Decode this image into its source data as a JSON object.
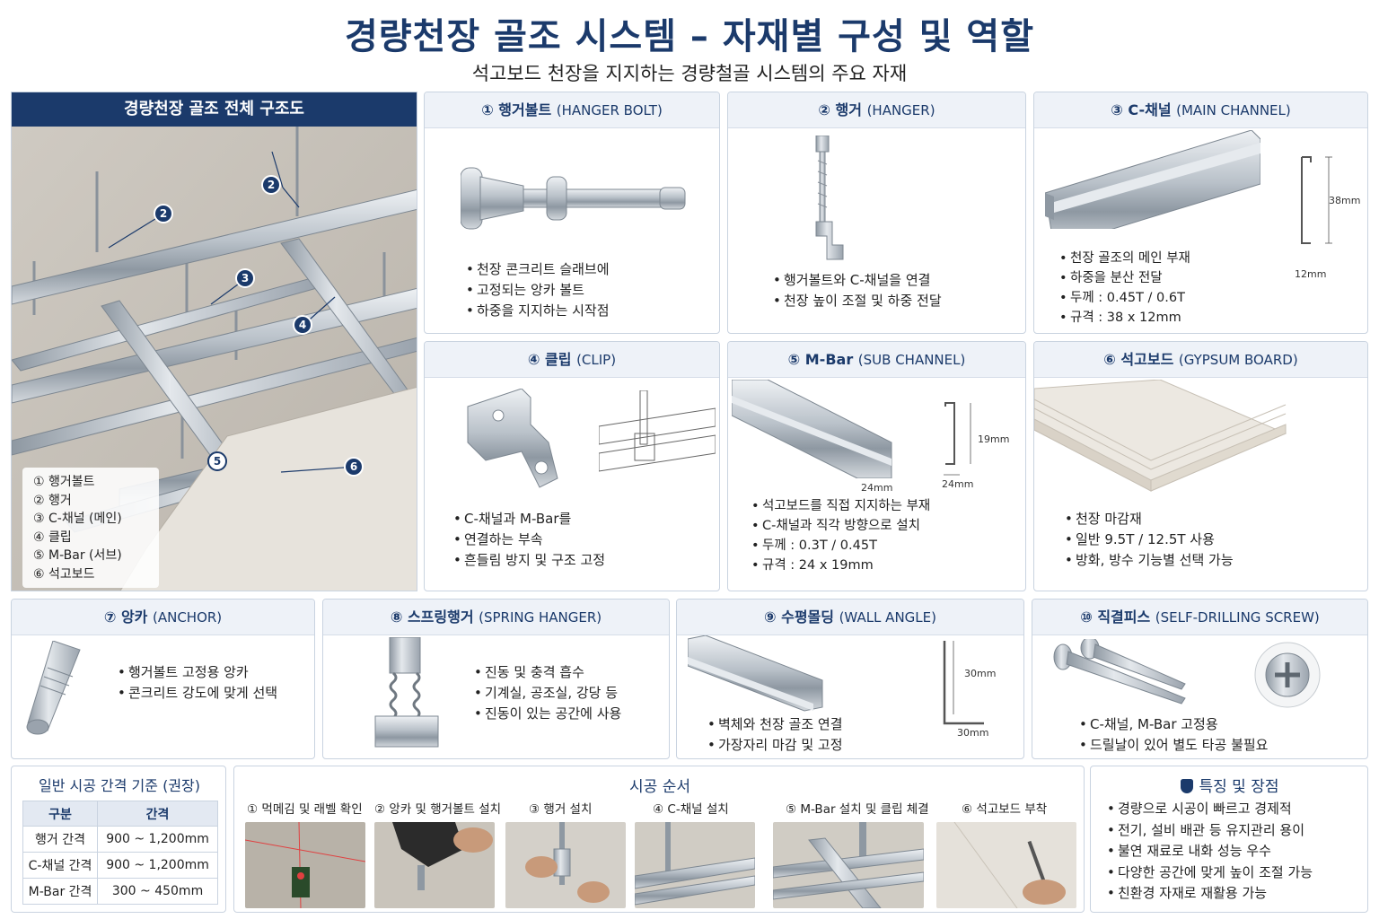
{
  "header": {
    "title": "경량천장 골조 시스템 – 자재별 구성 및 역할",
    "subtitle": "석고보드 천장을 지지하는 경량철골 시스템의 주요 자재"
  },
  "overview": {
    "title": "경량천장 골조 전체 구조도",
    "legend": [
      "① 행거볼트",
      "② 행거",
      "③ C-채널 (메인)",
      "④ 클립",
      "⑤ M-Bar (서브)",
      "⑥ 석고보드"
    ],
    "markers": [
      "2",
      "2",
      "3",
      "4",
      "5",
      "6"
    ]
  },
  "cards": {
    "hanger_bolt": {
      "title": "① 행거볼트",
      "title_en": "(HANGER BOLT)",
      "bullets": [
        "천장 콘크리트 슬래브에",
        "고정되는 앙카 볼트",
        "하중을 지지하는 시작점"
      ]
    },
    "hanger": {
      "title": "② 행거",
      "title_en": "(HANGER)",
      "bullets": [
        "행거볼트와 C-채널을 연결",
        "천장 높이 조절 및 하중 전달"
      ]
    },
    "c_channel": {
      "title": "③ C-채널",
      "title_en": "(MAIN CHANNEL)",
      "bullets": [
        "천장 골조의 메인 부재",
        "하중을 분산 전달",
        "두께 : 0.45T / 0.6T",
        "규격 : 38 x 12mm"
      ],
      "dim_h": "38mm",
      "dim_w": "12mm"
    },
    "clip": {
      "title": "④ 클립",
      "title_en": "(CLIP)",
      "bullets": [
        "C-채널과 M-Bar를",
        "연결하는 부속",
        "흔들림 방지 및 구조 고정"
      ]
    },
    "m_bar": {
      "title": "⑤ M-Bar",
      "title_en": "(SUB CHANNEL)",
      "bullets": [
        "석고보드를 직접 지지하는 부재",
        "C-채널과 직각 방향으로 설치",
        "두께 : 0.3T / 0.45T",
        "규격 : 24 x 19mm"
      ],
      "dim_h": "19mm",
      "dim_w": "24mm",
      "dim_w2": "24mm"
    },
    "gypsum": {
      "title": "⑥ 석고보드",
      "title_en": "(GYPSUM BOARD)",
      "bullets": [
        "천장 마감재",
        "일반 9.5T / 12.5T 사용",
        "방화, 방수 기능별 선택 가능"
      ]
    },
    "anchor": {
      "title": "⑦ 앙카",
      "title_en": "(ANCHOR)",
      "bullets": [
        "행거볼트 고정용 앙카",
        "콘크리트 강도에 맞게 선택"
      ]
    },
    "spring_hanger": {
      "title": "⑧ 스프링행거",
      "title_en": "(SPRING HANGER)",
      "bullets": [
        "진동 및 충격 흡수",
        "기계실, 공조실, 강당 등",
        "진동이 있는 공간에 사용"
      ]
    },
    "wall_angle": {
      "title": "⑨ 수평몰딩",
      "title_en": "(WALL ANGLE)",
      "bullets": [
        "벽체와 천장 골조 연결",
        "가장자리 마감 및 고정"
      ],
      "dim_h": "30mm",
      "dim_w": "30mm"
    },
    "screw": {
      "title": "⑩ 직결피스",
      "title_en": "(SELF-DRILLING SCREW)",
      "bullets": [
        "C-채널, M-Bar 고정용",
        "드릴날이 있어 별도 타공 불필요"
      ]
    }
  },
  "spacing": {
    "title": "일반 시공 간격 기준 (권장)",
    "headers": [
      "구분",
      "간격"
    ],
    "rows": [
      [
        "행거 간격",
        "900 ~ 1,200mm"
      ],
      [
        "C-채널 간격",
        "900 ~ 1,200mm"
      ],
      [
        "M-Bar 간격",
        "300 ~ 450mm"
      ]
    ]
  },
  "sequence": {
    "title": "시공 순서",
    "steps": [
      "① 먹메김 및 래벨 확인",
      "② 앙카 및 행거볼트 설치",
      "③ 행거 설치",
      "④ C-채널 설치",
      "⑤ M-Bar 설치 및 클립 체결",
      "⑥ 석고보드 부착"
    ]
  },
  "features": {
    "title": "특징 및 장점",
    "items": [
      "경량으로 시공이 빠르고 경제적",
      "전기, 설비 배관 등 유지관리 용이",
      "불연 재료로 내화 성능 우수",
      "다양한 공간에 맞게 높이 조절 가능",
      "친환경 자재로 재활용 가능"
    ]
  },
  "colors": {
    "navy": "#1b3a6b",
    "header_bg": "#eef2f8",
    "metal": "#b8c0c8"
  }
}
